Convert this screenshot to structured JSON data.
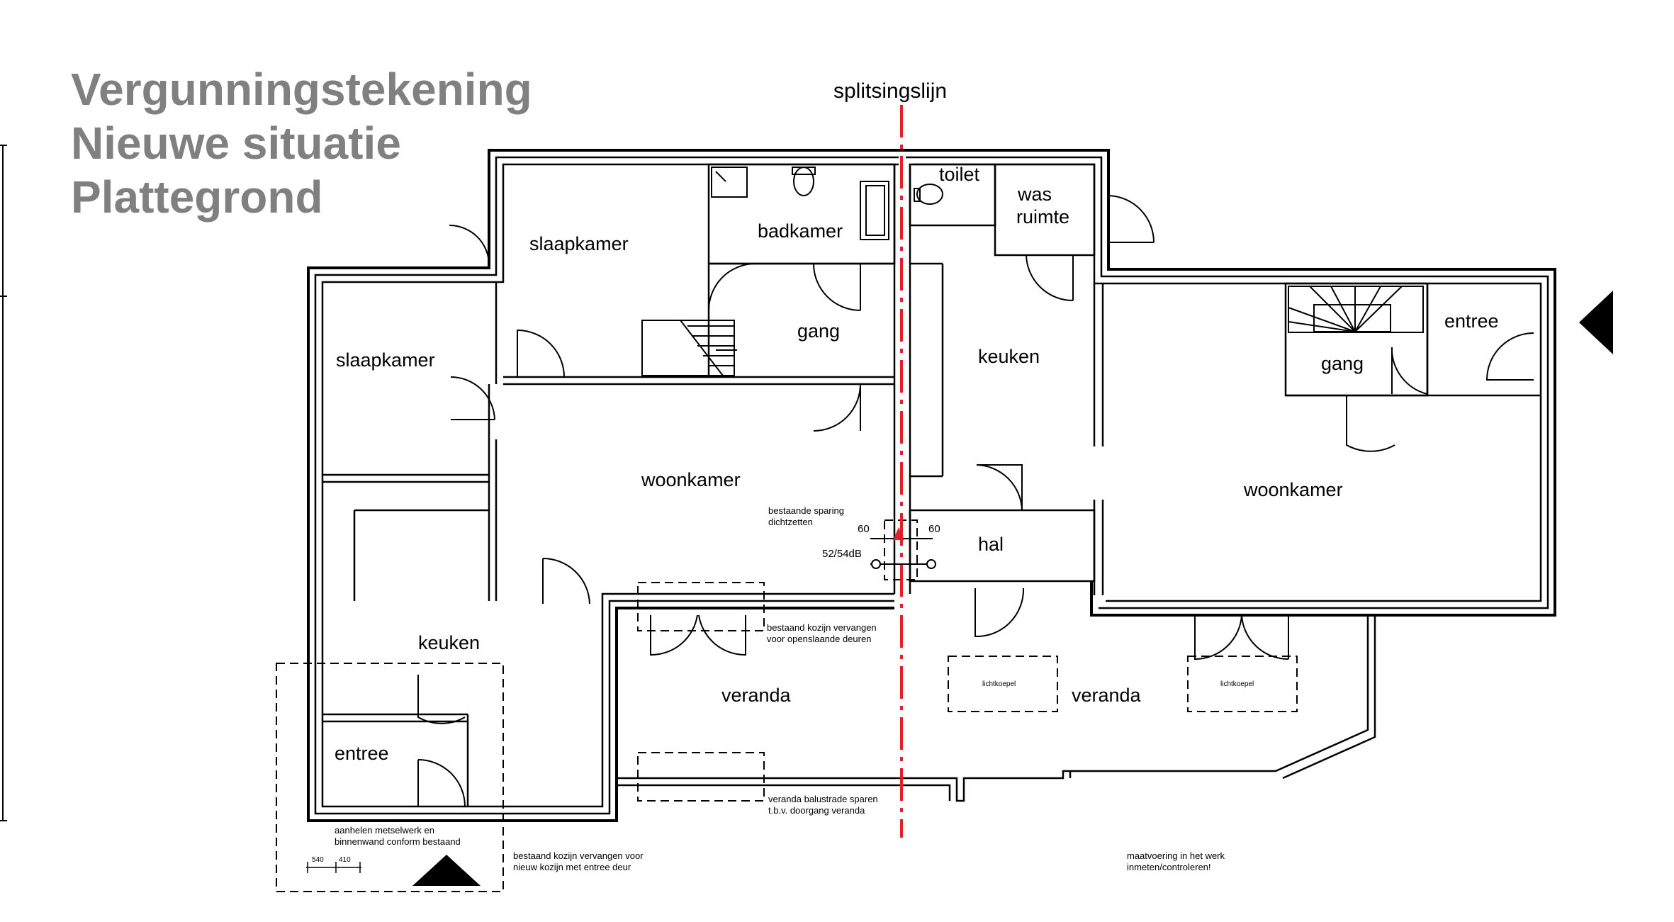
{
  "title": {
    "line1": "Vergunningstekening",
    "line2": "Nieuwe situatie",
    "line3": "Plattegrond"
  },
  "split_label": "splitsingslijn",
  "rooms": {
    "slaapkamer_top": "slaapkamer",
    "badkamer": "badkamer",
    "toilet": "toilet",
    "was_line1": "was",
    "was_line2": "ruimte",
    "slaapkamer_left": "slaapkamer",
    "gang_left": "gang",
    "keuken_right": "keuken",
    "entree_right": "entree",
    "gang_right": "gang",
    "woonkamer_left": "woonkamer",
    "woonkamer_right": "woonkamer",
    "hal": "hal",
    "keuken_left": "keuken",
    "veranda_left": "veranda",
    "veranda_right": "veranda",
    "entree_left": "entree"
  },
  "notes": {
    "sparing_1": "bestaande sparing",
    "sparing_2": "dichtzetten",
    "kozijn_deuren_1": "bestaand kozijn vervangen",
    "kozijn_deuren_2": "voor openslaande deuren",
    "balustrade_1": "veranda balustrade sparen",
    "balustrade_2": "t.b.v. doorgang veranda",
    "metselwerk_1": "aanhelen metselwerk en",
    "metselwerk_2": "binnenwand conform bestaand",
    "kozijn_entree_1": "bestaand kozijn vervangen voor",
    "kozijn_entree_2": "nieuw kozijn met entree deur",
    "maatvoering_1": "maatvoering in het werk",
    "maatvoering_2": "inmeten/controleren!",
    "lichtkoepel_1": "lichtkoepel",
    "lichtkoepel_2": "lichtkoepel"
  },
  "dimensions": {
    "left_60": "60",
    "right_60": "60",
    "db": "52/54dB",
    "d540": "540",
    "d410": "410"
  },
  "colors": {
    "title": "#808080",
    "split_line": "#e0202a",
    "walls": "#000000"
  }
}
